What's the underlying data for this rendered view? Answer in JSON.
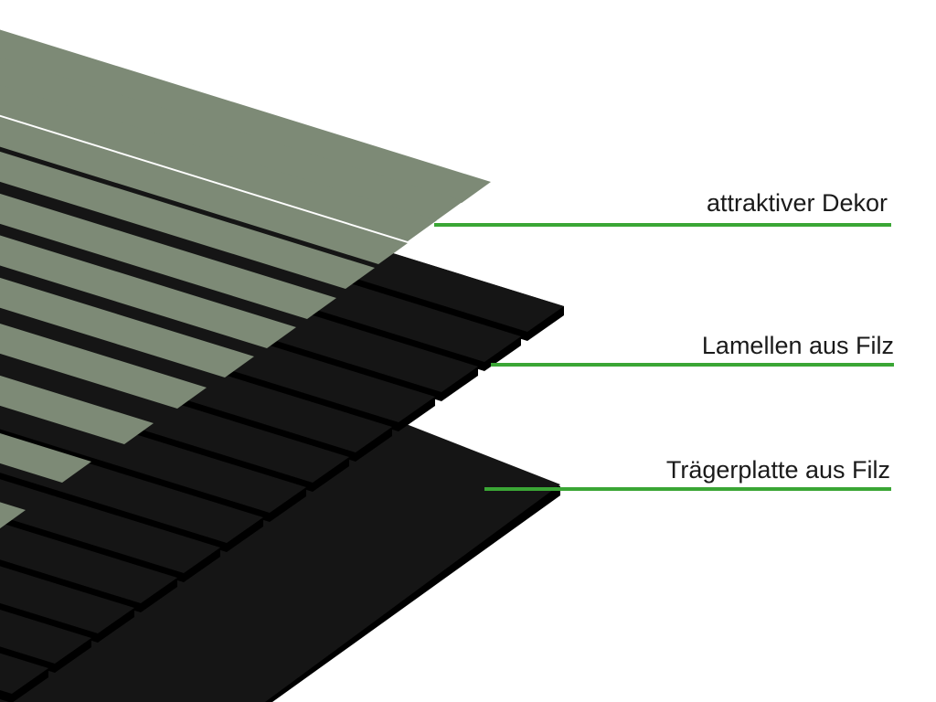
{
  "labels": {
    "decor": "attraktiver Dekor",
    "lamellae": "Lamellen aus Filz",
    "board": "Trägerplatte aus Filz"
  },
  "colors": {
    "decor": "#7d8a76",
    "felt_top": "#151515",
    "felt_side": "#000000",
    "leader": "#3aa635"
  }
}
